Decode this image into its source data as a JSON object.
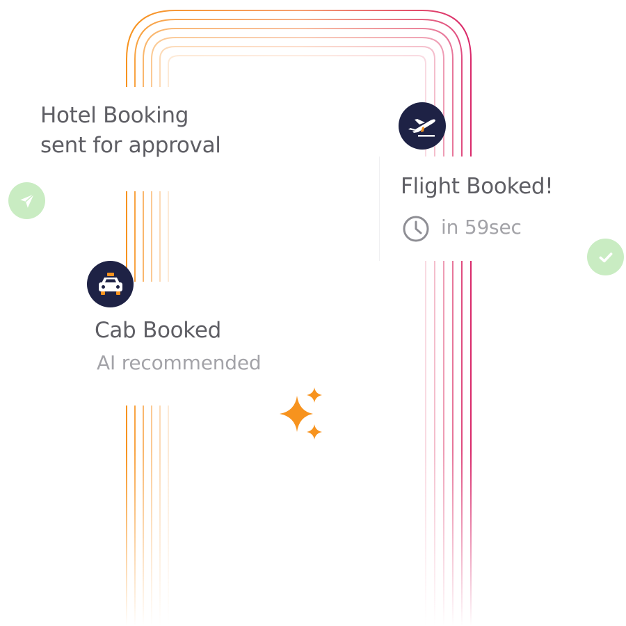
{
  "hotel_card": {
    "title_line1": "Hotel Booking",
    "title_line2": "sent for approval",
    "status_icon": "send-icon"
  },
  "flight_card": {
    "title": "Flight Booked!",
    "time_label": "in 59sec",
    "icon": "airplane-takeoff-icon",
    "time_icon": "clock-icon",
    "status_icon": "check-icon"
  },
  "cab_card": {
    "title": "Cab Booked",
    "subtitle": "AI recommended",
    "icon": "taxi-icon"
  },
  "decor": {
    "sparkle_icon": "sparkle-icon"
  },
  "colors": {
    "navy": "#1e2245",
    "green_badge": "#c9ecc2",
    "orange": "#f7931e",
    "pink": "#e0306e",
    "text": "#5e5e64",
    "muted": "#a3a3a8"
  }
}
